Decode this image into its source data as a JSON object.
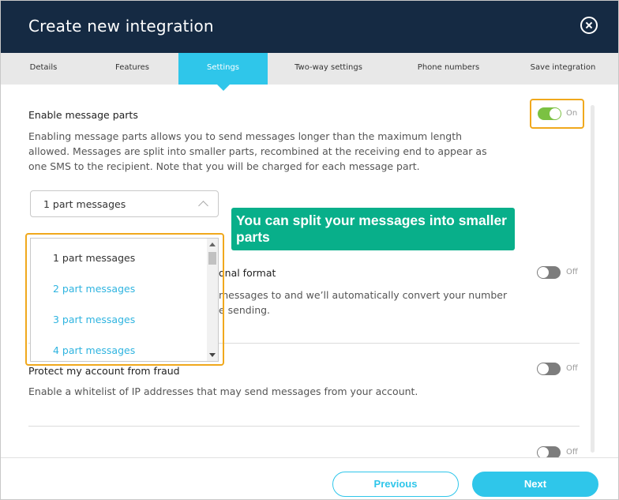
{
  "header": {
    "title": "Create new integration",
    "close_icon": "close-circle-icon"
  },
  "tabs": [
    {
      "label": "Details",
      "active": false
    },
    {
      "label": "Features",
      "active": false
    },
    {
      "label": "Settings",
      "active": true
    },
    {
      "label": "Two-way settings",
      "active": false
    },
    {
      "label": "Phone numbers",
      "active": false
    },
    {
      "label": "Save integration",
      "active": false
    }
  ],
  "sections": {
    "message_parts": {
      "title": "Enable message parts",
      "description": "Enabling message parts allows you to send messages longer than the maximum length allowed. Messages are split into smaller parts, recombined at the receiving end to appear as one SMS to the recipient. Note that you will be charged for each message part.",
      "toggle_label": "On",
      "enabled": true,
      "select_value": "1 part messages",
      "options": [
        "1 part messages",
        "2 part messages",
        "3 part messages",
        "4 part messages"
      ]
    },
    "international_format": {
      "title_visible": "onal format",
      "desc_line1_visible": "messages to and we’ll automatically convert your number",
      "desc_line2_visible": "e sending.",
      "toggle_label": "Off",
      "enabled": false
    },
    "fraud": {
      "title": "Protect my account from fraud",
      "description": "Enable a whitelist of IP addresses that may send messages from your account.",
      "toggle_label": "Off",
      "enabled": false
    },
    "next_section": {
      "toggle_label": "Off",
      "enabled": false
    }
  },
  "callout": {
    "text": "You can split your messages into smaller parts"
  },
  "footer": {
    "previous_label": "Previous",
    "next_label": "Next"
  },
  "colors": {
    "header_bg": "#152a43",
    "accent": "#2fc6ea",
    "highlight": "#f0a81c",
    "callout_bg": "#08af8a",
    "toggle_on": "#7bc142"
  }
}
